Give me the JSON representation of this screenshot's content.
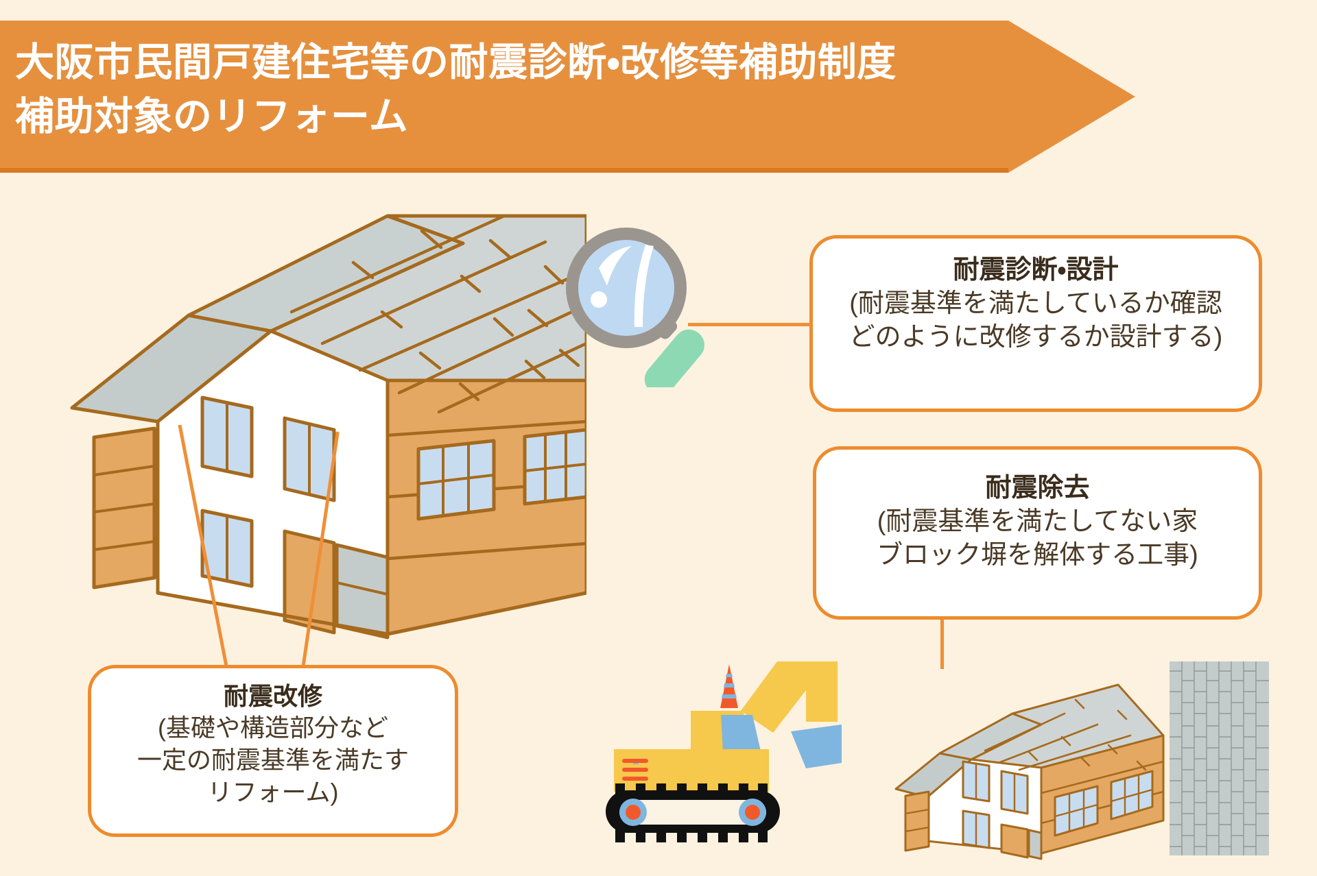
{
  "meta": {
    "background_color": "#FDF2E0",
    "accent_orange": "#E6903E",
    "border_orange": "#EE8B2D",
    "connector_orange": "#EF8F37",
    "text_dark": "#3A2C1C",
    "roof_gray": "#CFD5D4",
    "wood_tan": "#E5A862",
    "wall_white": "#FFFFFF",
    "glass_blue": "#C8DCF0",
    "outline_brown": "#A56A1E",
    "excavator_yellow": "#F6C84C",
    "excavator_blue": "#7FB6E0",
    "excavator_orange": "#F2592A",
    "magnifier_ring": "#9B9590",
    "magnifier_lens": "#BFD9F2",
    "magnifier_handle": "#8CD9B3",
    "block_wall_gray": "#C3CCCB"
  },
  "header": {
    "lines": [
      "大阪市民間戸建住宅等の耐震診断・改修等補助制度",
      "補助対象のリフォーム"
    ]
  },
  "callouts": [
    {
      "id": "diagnosis",
      "title": "耐震診断・設計",
      "body": [
        "(耐震基準を満たしているか確認",
        "どのように改修するか設計する)"
      ]
    },
    {
      "id": "removal",
      "title": "耐震除去",
      "body": [
        "(耐震基準を満たしてない家",
        "ブロック塀を解体する工事)"
      ]
    },
    {
      "id": "retrofit",
      "title": "耐震改修",
      "body": [
        "(基礎や構造部分など",
        "一定の耐震基準を満たす",
        "リフォーム)"
      ]
    }
  ],
  "illustrations": [
    {
      "name": "house-large",
      "label": "二階建て戸建住宅のイラスト"
    },
    {
      "name": "magnifier",
      "label": "虫眼鏡のイラスト"
    },
    {
      "name": "excavator",
      "label": "解体重機のイラスト"
    },
    {
      "name": "house-small",
      "label": "小さな戸建住宅のイラスト"
    },
    {
      "name": "block-wall",
      "label": "ブロック塀のイラスト"
    }
  ]
}
